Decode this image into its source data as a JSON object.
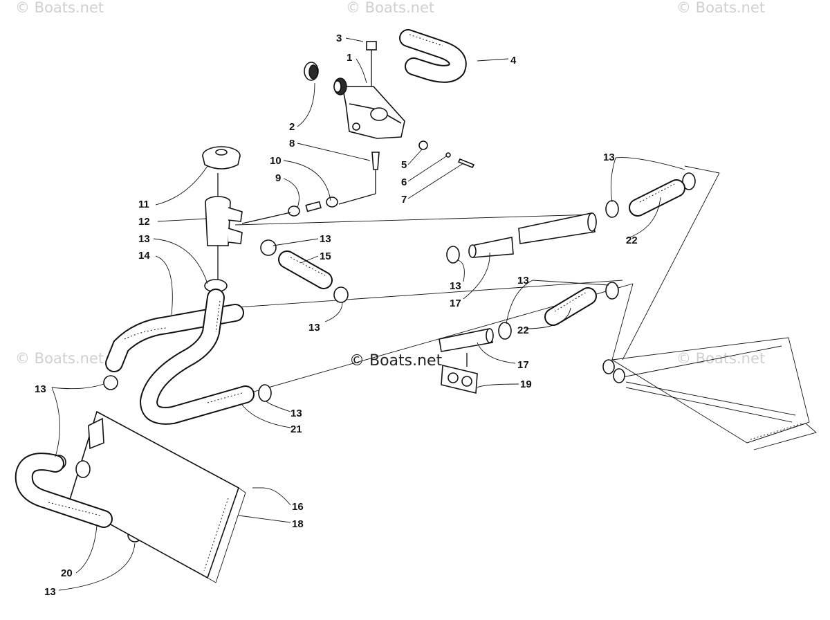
{
  "watermarks": {
    "top_left": "© Boats.net",
    "top_center": "© Boats.net",
    "top_right": "© Boats.net",
    "mid_left": "© Boats.net",
    "mid_right": "© Boats.net",
    "center": "© Boats.net"
  },
  "callouts": {
    "c1": "1",
    "c2": "2",
    "c3": "3",
    "c4": "4",
    "c5": "5",
    "c6": "6",
    "c7": "7",
    "c8": "8",
    "c9": "9",
    "c10": "10",
    "c11": "11",
    "c12": "12",
    "c13_top_right": "13",
    "c13_upper_left": "13",
    "c13_mid_clamp": "13",
    "c13_under_15": "13",
    "c13_near_17": "13",
    "c13_lower_mid": "13",
    "c13_mid_right": "13",
    "c13_left": "13",
    "c13_bottom": "13",
    "c14": "14",
    "c15": "15",
    "c16": "16",
    "c17_upper": "17",
    "c17_lower": "17",
    "c18": "18",
    "c19": "19",
    "c20": "20",
    "c21": "21",
    "c22_upper": "22",
    "c22_lower": "22"
  }
}
